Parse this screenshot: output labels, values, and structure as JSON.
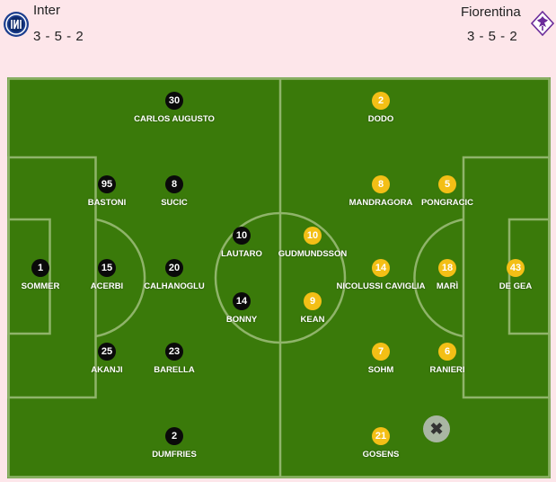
{
  "home": {
    "name": "Inter",
    "formation": "3 - 5 - 2",
    "logo_icon": "inter-logo-icon",
    "color": "#0a0a0a",
    "players": [
      {
        "number": "1",
        "name": "SOMMER"
      },
      {
        "number": "95",
        "name": "BASTONI"
      },
      {
        "number": "15",
        "name": "ACERBI"
      },
      {
        "number": "25",
        "name": "AKANJI"
      },
      {
        "number": "30",
        "name": "CARLOS AUGUSTO"
      },
      {
        "number": "8",
        "name": "SUCIC"
      },
      {
        "number": "20",
        "name": "CALHANOGLU"
      },
      {
        "number": "23",
        "name": "BARELLA"
      },
      {
        "number": "2",
        "name": "DUMFRIES"
      },
      {
        "number": "10",
        "name": "LAUTARO"
      },
      {
        "number": "14",
        "name": "BONNY"
      }
    ]
  },
  "away": {
    "name": "Fiorentina",
    "formation": "3 - 5 - 2",
    "logo_icon": "fiorentina-logo-icon",
    "color": "#f3bf16",
    "players": [
      {
        "number": "43",
        "name": "DE GEA"
      },
      {
        "number": "5",
        "name": "PONGRACIC"
      },
      {
        "number": "18",
        "name": "MARÌ"
      },
      {
        "number": "6",
        "name": "RANIERI"
      },
      {
        "number": "2",
        "name": "DODO"
      },
      {
        "number": "8",
        "name": "MANDRAGORA"
      },
      {
        "number": "14",
        "name": "NICOLUSSI CAVIGLIA"
      },
      {
        "number": "7",
        "name": "SOHM"
      },
      {
        "number": "21",
        "name": "GOSENS"
      },
      {
        "number": "10",
        "name": "GUDMUNDSSON"
      },
      {
        "number": "9",
        "name": "KEAN"
      }
    ]
  },
  "pitch_color": "#3a7a0a",
  "line_color": "#8fb46a",
  "close_icon": "close-icon"
}
